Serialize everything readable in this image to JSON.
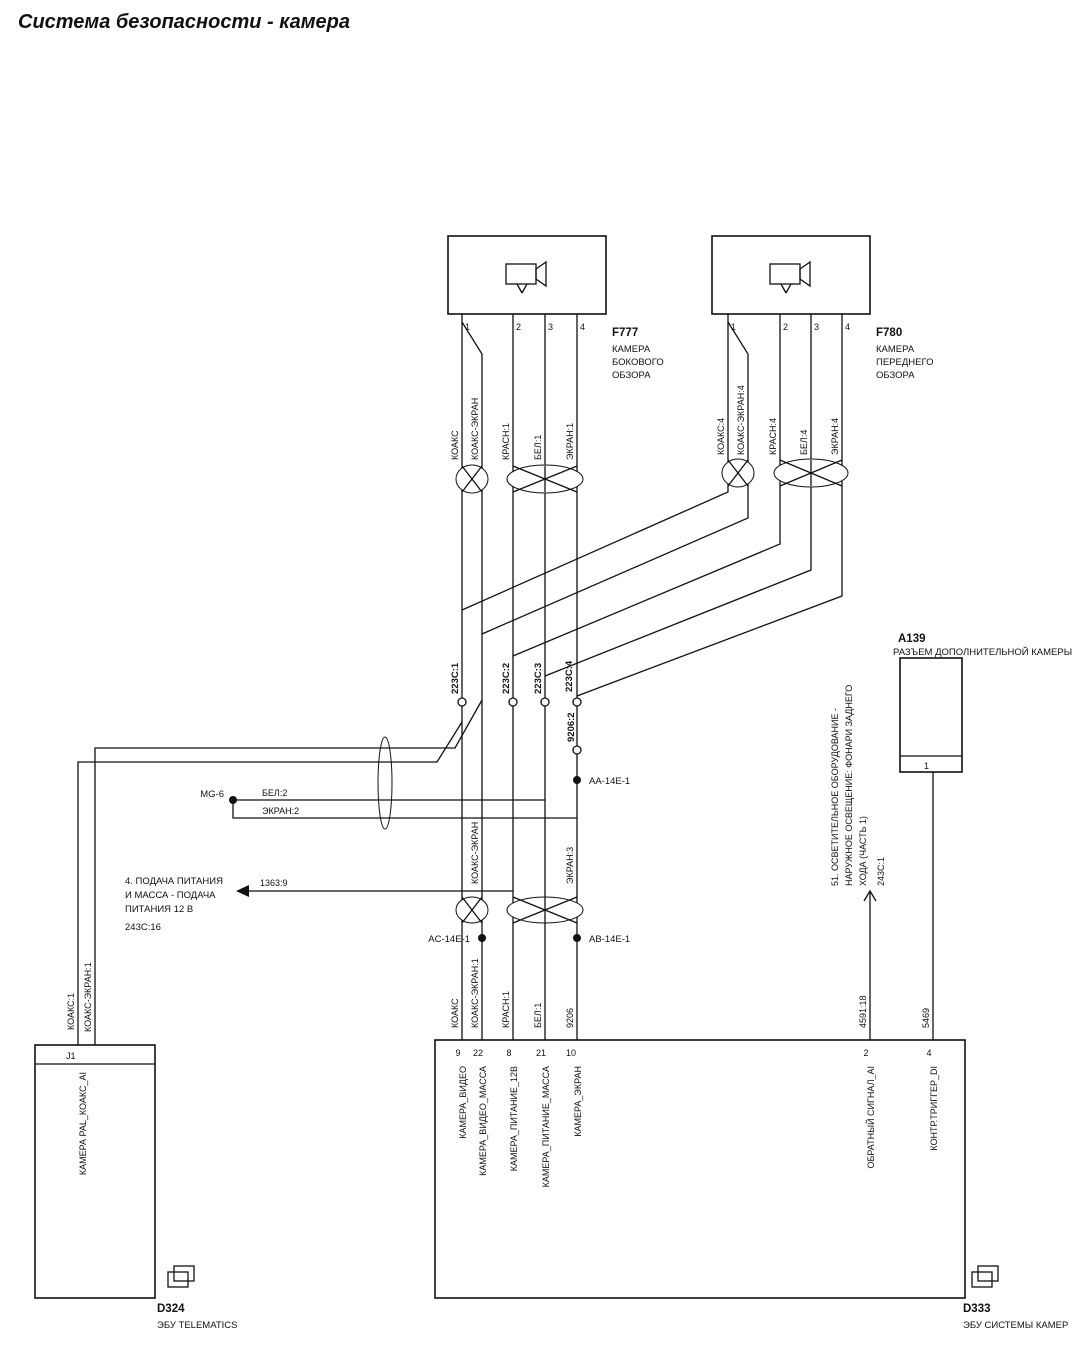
{
  "title": "Система безопасности - камера",
  "f777": {
    "code": "F777",
    "desc": [
      "КАМЕРА",
      "БОКОВОГО",
      "ОБЗОРА"
    ],
    "pins": [
      "1",
      "2",
      "3",
      "4"
    ],
    "wires": [
      "КОАКС",
      "КОАКС-ЭКРАН",
      "КРАСН:1",
      "БЕЛ:1",
      "ЭКРАН:1"
    ]
  },
  "f780": {
    "code": "F780",
    "desc": [
      "КАМЕРА",
      "ПЕРЕДНЕГО",
      "ОБЗОРА"
    ],
    "pins": [
      "1",
      "2",
      "3",
      "4"
    ],
    "wires": [
      "КОАКС:4",
      "КОАКС-ЭКРАН:4",
      "КРАСН:4",
      "БЕЛ:4",
      "ЭКРАН:4"
    ]
  },
  "inline_connectors": [
    "223C:1",
    "223C:2",
    "223C:3",
    "223C:4",
    "9206:2"
  ],
  "a139": {
    "code": "A139",
    "desc": "РАЗЪЕМ ДОПОЛНИТЕЛЬНОЙ КАМЕРЫ",
    "pin": "1",
    "note": [
      "51. ОСВЕТИТЕЛЬНОЕ ОБОРУДОВАНИЕ -",
      "НАРУЖНОЕ ОСВЕЩЕНИЕ: ФОНАРИ ЗАДНЕГО",
      "ХОДА (ЧАСТЬ 1)"
    ],
    "note_ref": "243C:1"
  },
  "ground": {
    "label": "MG-6",
    "wires": [
      "БЕЛ:2",
      "ЭКРАН:2"
    ]
  },
  "splices": {
    "aa": "AA-14E-1",
    "ab": "AB-14E-1",
    "ac": "AC-14E-1"
  },
  "power_note": {
    "lines": [
      "4. ПОДАЧА ПИТАНИЯ",
      "И МАССА - ПОДАЧА",
      "ПИТАНИЯ 12 В"
    ],
    "ref": "243C:16",
    "circuit": "1363:9"
  },
  "mid_wires": {
    "shield": "КОАКС-ЭКРАН",
    "screen": "ЭКРАН:3"
  },
  "bottom_wires": [
    "КОАКС",
    "КОАКС-ЭКРАН:1",
    "КРАСН:1",
    "БЕЛ:1",
    "9206",
    "4591:18",
    "5469"
  ],
  "left_wires": [
    "КОАКС:1",
    "КОАКС-ЭКРАН:1"
  ],
  "d324": {
    "pin": "J1",
    "signal": "КАМЕРА PAL_КОАКС_AI",
    "code": "D324",
    "name": "ЭБУ TELEMATICS"
  },
  "d333": {
    "pins": [
      "9",
      "22",
      "8",
      "21",
      "10",
      "2",
      "4"
    ],
    "signals": [
      "КАМЕРА_ВИДЕО",
      "КАМЕРА_ВИДЕО_МАССА",
      "КАМЕРА_ПИТАНИЕ_12В",
      "КАМЕРА_ПИТАНИЕ_МАССА",
      "КАМЕРА_ЭКРАН",
      "ОБРАТНЫЙ СИГНАЛ_AI",
      "КОНТР.ТРИГГЕР_DI"
    ],
    "code": "D333",
    "name": "ЭБУ СИСТЕМЫ КАМЕР"
  }
}
